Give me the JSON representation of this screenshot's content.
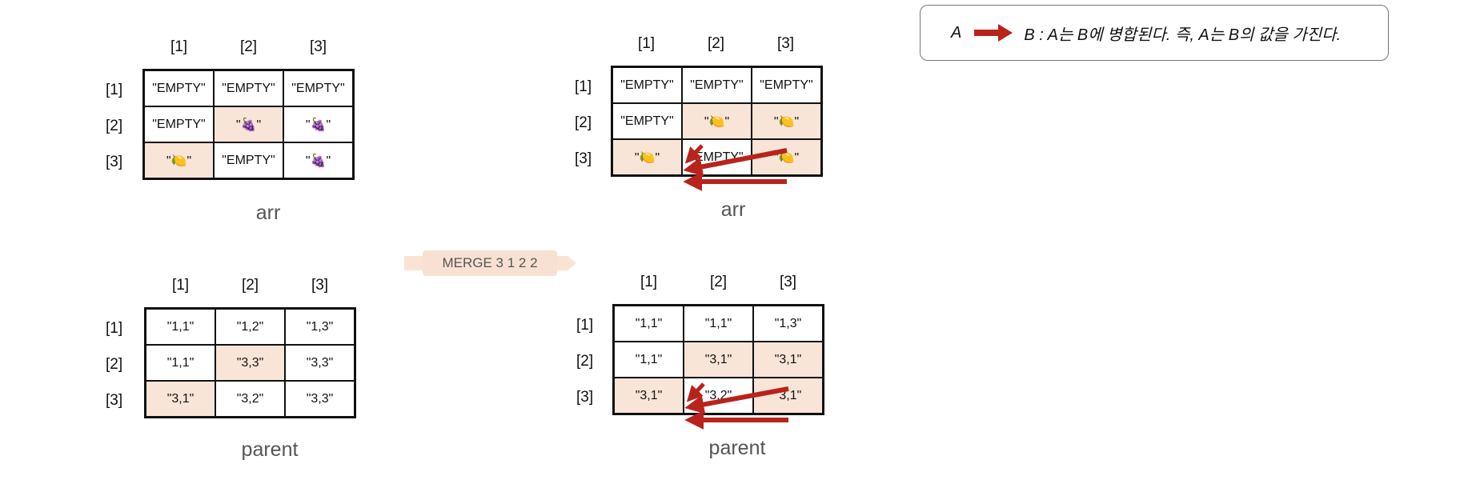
{
  "legend": {
    "a": "A",
    "text": "B : A는 B에 병합된다. 즉, A는 B의 값을 가진다."
  },
  "merge_label": "MERGE 3 1 2 2",
  "col_labels": [
    "[1]",
    "[2]",
    "[3]"
  ],
  "row_labels": [
    "[1]",
    "[2]",
    "[3]"
  ],
  "grids": {
    "arr_before": {
      "caption": "arr",
      "cells": [
        [
          "\"EMPTY\"",
          "\"EMPTY\"",
          "\"EMPTY\""
        ],
        [
          "\"EMPTY\"",
          "\"🍇\"",
          "\"🍇\""
        ],
        [
          "\"🍋\"",
          "\"EMPTY\"",
          "\"🍇\""
        ]
      ]
    },
    "parent_before": {
      "caption": "parent",
      "cells": [
        [
          "\"1,1\"",
          "\"1,2\"",
          "\"1,3\""
        ],
        [
          "\"1,1\"",
          "\"3,3\"",
          "\"3,3\""
        ],
        [
          "\"3,1\"",
          "\"3,2\"",
          "\"3,3\""
        ]
      ]
    },
    "arr_after": {
      "caption": "arr",
      "cells": [
        [
          "\"EMPTY\"",
          "\"EMPTY\"",
          "\"EMPTY\""
        ],
        [
          "\"EMPTY\"",
          "\"🍋\"",
          "\"🍋\""
        ],
        [
          "\"🍋\"",
          "\"EMPTY\"",
          "\"🍋\""
        ]
      ]
    },
    "parent_after": {
      "caption": "parent",
      "cells": [
        [
          "\"1,1\"",
          "\"1,1\"",
          "\"1,3\""
        ],
        [
          "\"1,1\"",
          "\"3,1\"",
          "\"3,1\""
        ],
        [
          "\"3,1\"",
          "\"3,2\"",
          "\"3,1\""
        ]
      ]
    }
  },
  "colors": {
    "highlight": "#f8e5d8",
    "arrow": "#b8231b",
    "merge_bg": "#f8e1d2"
  }
}
